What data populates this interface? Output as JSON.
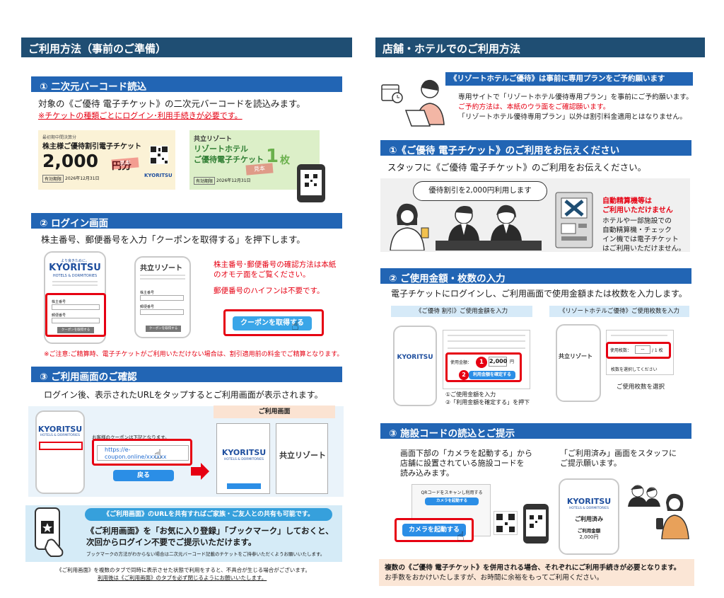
{
  "left": {
    "header": "ご利用方法（事前のご準備）",
    "step1": {
      "title": "① 二次元バーコード読込",
      "desc": "対象の《ご優待 電子チケット》の二次元バーコードを読込みます。",
      "note": "※チケットの種類ごとにログイン･利用手続きが必要です。",
      "ticket1": {
        "company": "最初期中間決算分",
        "title": "株主様ご優待割引電子チケット",
        "amount": "2,000",
        "unit": "円分",
        "stamp": "見本",
        "expiry_label": "有効期限",
        "expiry": "2026年12月31日",
        "brand": "KYORITSU"
      },
      "ticket2": {
        "brand": "共立リゾート",
        "line1": "リゾートホテル",
        "line2": "ご優待電子チケット",
        "count": "1",
        "count_unit": "枚",
        "stamp": "見本",
        "expiry_label": "有効期限",
        "expiry": "2026年12月31日"
      }
    },
    "step2": {
      "title": "② ログイン画面",
      "desc": "株主番号、郵便番号を入力「クーポンを取得する」を押下します。",
      "note1": "株主番号･郵便番号の確認方法は本紙のオモテ面をご覧ください。",
      "note2": "郵便番号のハイフンは不要です。",
      "coupon_button": "クーポンを取得する",
      "field1": "株主番号",
      "field2": "郵便番号",
      "mini_button": "クーポンを取得する",
      "brand1": "KYORITSU",
      "brand1_sub": "HOTELS & DORMITORIES",
      "brand1_top": "より良きために。",
      "brand2": "共立リゾート",
      "footnote": "※ご注意:ご精算時、電子チケットがご利用いただけない場合は、割引適用前の料金でご精算となります。"
    },
    "step3": {
      "title": "③ ご利用画面のご確認",
      "desc": "ログイン後、表示されたURLをタップするとご利用画面が表示されます。",
      "coupon_label": "お客様のクーポンは下記となります。",
      "url_line1": "https://e-",
      "url_line2": "coupon.online/xxxxxx",
      "back_button": "戻る",
      "screen_title": "ご利用画面",
      "brand1": "KYORITSU",
      "brand1_sub": "HOTELS & DORMITORIES",
      "brand2": "共立リゾート"
    },
    "share": {
      "banner": "《ご利用画面》のURLを共有すればご家族・ご友人との共有も可能です。",
      "line1": "《ご利用画面》を「お気に入り登録」「ブックマーク」しておくと、",
      "line2": "次回からログイン不要でご提示いただけます。",
      "small": "ブックマークの方法がわからない場合は二次元バーコード記載のチケットをご持参いただくようお願いいたします。"
    },
    "footer1": "《ご利用画面》を複数のタブで同時に表示させた状態で利用をすると、不具合が生じる場合がございます。",
    "footer2": "利用後は《ご利用画面》のタブを必ず閉じるようにお願いいたします。"
  },
  "right": {
    "header": "店舗・ホテルでのご利用方法",
    "intro": {
      "banner": "《リゾートホテルご優待》は事前に専用プランをご予約願います",
      "line1": "専用サイトで「リゾートホテル優待専用プラン」を事前にご予約願います。",
      "line2": "ご予約方法は、本紙のウラ面をご確認願います。",
      "line3": "「リゾートホテル優待専用プラン」以外は割引料金適用とはなりません。"
    },
    "step1": {
      "title": "①《ご優待 電子チケット》のご利用をお伝えください",
      "desc": "スタッフに《ご優待 電子チケット》のご利用をお伝えください。",
      "bubble": "優待割引を2,000円利用します",
      "warn1": "自動精算機等は",
      "warn2": "ご利用いただけません",
      "body1": "ホテルや一部施設での",
      "body2": "自動精算機・チェック",
      "body3": "イン機では電子チケット",
      "body4": "はご利用いただけません。"
    },
    "step2": {
      "title": "② ご使用金額・枚数の入力",
      "desc": "電子チケットにログインし、ご利用画面で使用金額または枚数を入力します。",
      "left_label": "《ご優待 割引》ご使用金額を入力",
      "right_label": "《リゾートホテルご優待》ご使用枚数を入力",
      "amount": "2,000",
      "amount_unit": "円",
      "amount_label": "使用金額：",
      "confirm_button": "利用金額を確定する",
      "caption1": "①ご使用金額を入力",
      "caption2": "②「利用金額を確定する」を押下",
      "count_label": "使用枚数：",
      "count_value": "--",
      "count_unit": "/ 1 枚",
      "count_hint": "枚数を選択してください",
      "caption3": "ご使用枚数を選択",
      "brand1": "KYORITSU",
      "brand2": "共立リゾート",
      "badge1": "1",
      "badge2": "2"
    },
    "step3": {
      "title": "③ 施設コードの読込とご提示",
      "left1": "画面下部の「カメラを起動する」から",
      "left2": "店舗に設置されている施設コードを",
      "left3": "読み込みます。",
      "right1": "「ご利用済み」画面をスタッフに",
      "right2": "ご提示願います。",
      "scan_label": "QRコードをスキャンし利用する",
      "camera_button": "カメラを起動する",
      "camera_small": "カメラを起動する",
      "used": "ご利用済み",
      "used_label": "ご利用金額",
      "used_amount": "2,000円",
      "brand1": "KYORITSU",
      "brand1_sub": "HOTELS & DORMITORIES"
    },
    "footer1": "複数の《ご優待 電子チケット》を併用される場合、それぞれにご利用手続きが必要となります。",
    "footer2": "お手数をおかけいたしますが、お時間に余裕をもってご利用ください。"
  }
}
